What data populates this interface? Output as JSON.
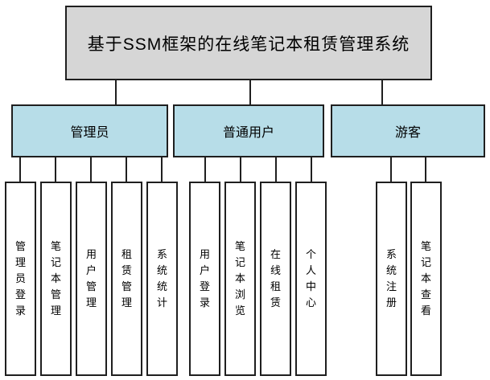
{
  "diagram": {
    "title": "基于SSM框架的在线笔记本租赁管理系统",
    "colors": {
      "title_fill": "#d6d6d6",
      "branch_fill": "#b7dde8",
      "leaf_fill": "#ffffff",
      "border": "#1f1f1f",
      "background": "#ffffff"
    },
    "branches": [
      {
        "label": "管理员",
        "children": [
          "管理员登录",
          "笔记本管理",
          "用户管理",
          "租赁管理",
          "系统统计"
        ]
      },
      {
        "label": "普通用户",
        "children": [
          "用户登录",
          "笔记本浏览",
          "在线租赁",
          "个人中心"
        ]
      },
      {
        "label": "游客",
        "children": [
          "系统注册",
          "笔记本查看"
        ]
      }
    ]
  }
}
